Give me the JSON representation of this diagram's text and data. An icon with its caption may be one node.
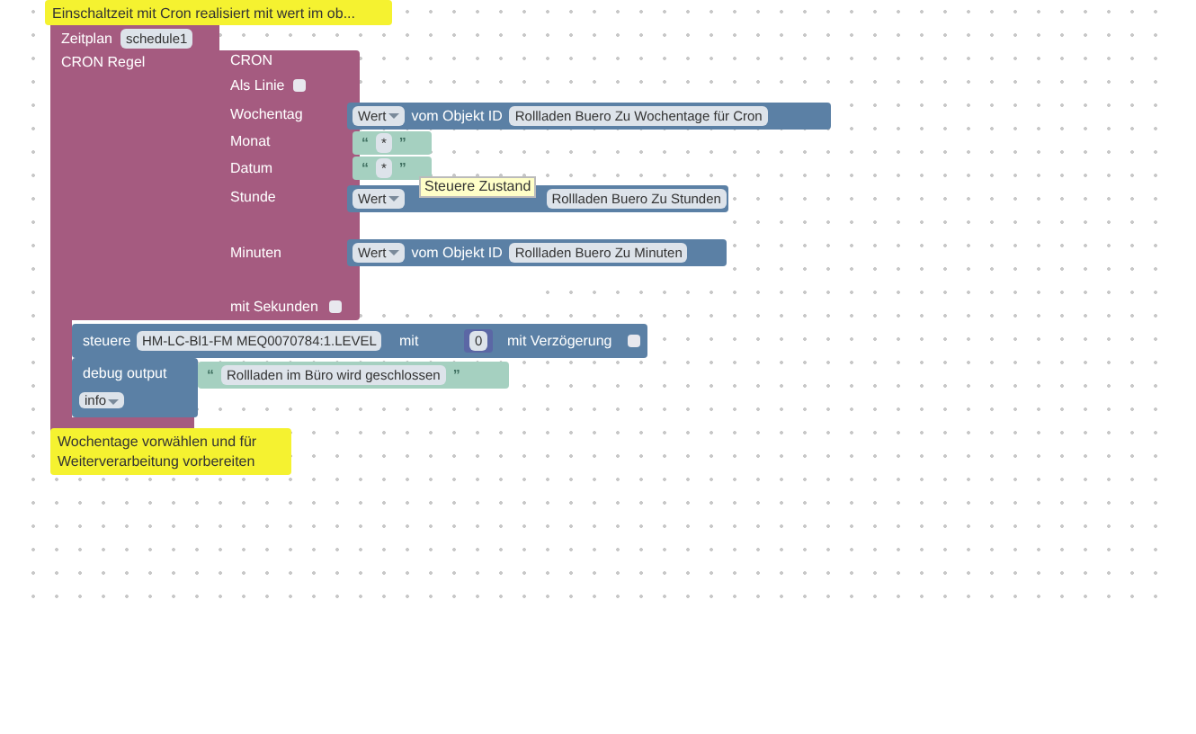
{
  "diagram": {
    "nodes": [
      {
        "text": [
          "Einschaltzeit mit Cron realisiert mit wert im ob..."
        ]
      },
      {
        "text": [
          "Zeitplan",
          "schedule1",
          "CRON Regel"
        ]
      },
      {
        "text": [
          "CRON",
          "Als Linie",
          "Wochentag",
          "Monat",
          "Datum",
          "Stunde",
          "Minuten",
          "mit Sekunden"
        ]
      },
      {
        "text": [
          "Wert",
          "vom Objekt ID",
          "Rollladen Buero Zu Wochentage für Cron"
        ]
      },
      {
        "text": [
          "“",
          "*",
          "”"
        ]
      },
      {
        "text": [
          "“",
          "*",
          "”"
        ]
      },
      {
        "text": [
          "Wert",
          "Rollladen Buero Zu Stunden"
        ]
      },
      {
        "text": [
          "Wert",
          "vom Objekt ID",
          "Rollladen Buero Zu Minuten"
        ]
      },
      {
        "text": [
          "steuere",
          "HM-LC-Bl1-FM MEQ0070784:1.LEVEL",
          "mit",
          "mit Verzögerung"
        ]
      },
      {
        "text": [
          "0"
        ],
        "in": 8
      },
      {
        "text": [
          "debug output",
          "info"
        ]
      },
      {
        "text": [
          "“",
          "Rollladen im Büro wird geschlossen",
          "”"
        ]
      },
      {
        "text": [
          "Wochentage vorwählen und für Weiterverarbeitung vorbereiten"
        ]
      }
    ],
    "labels": [
      "Steuere Zustand"
    ]
  }
}
